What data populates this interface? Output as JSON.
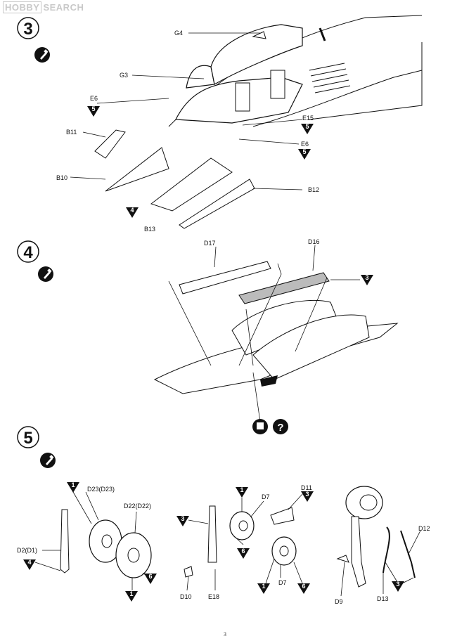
{
  "watermark": {
    "box": "HOBBY",
    "text": "SEARCH"
  },
  "page_number": "3",
  "steps": [
    {
      "number": "3",
      "labels": {
        "g4": "G4",
        "g3": "G3",
        "e6a": "E6",
        "b11": "B11",
        "b10": "B10",
        "b13": "B13",
        "b12": "B12",
        "e15": "E15",
        "e6b": "E6"
      },
      "triangles": {
        "t_e6a": "5",
        "t_e15": "5",
        "t_e6b": "5",
        "t_b10": "4"
      }
    },
    {
      "number": "4",
      "labels": {
        "d17": "D17",
        "d16": "D16"
      },
      "triangles": {
        "t_d16": "3"
      }
    },
    {
      "number": "5",
      "labels": {
        "d23": "D23(D23)",
        "d22": "D22(D22)",
        "d2": "D2(D1)",
        "d7a": "D7",
        "d7b": "D7",
        "d11": "D11",
        "d10": "D10",
        "e18": "E18",
        "d12": "D12",
        "d9": "D9",
        "d13": "D13"
      },
      "triangles": {
        "g1_top": "1",
        "g1_d2": "4",
        "g1_d22": "6",
        "g1_bot": "1",
        "g2_top": "1",
        "g2_left": "3",
        "g2_mid": "6",
        "g2_d11": "3",
        "g2_bl": "1",
        "g2_br": "6",
        "g3_d13": "3"
      }
    }
  ]
}
